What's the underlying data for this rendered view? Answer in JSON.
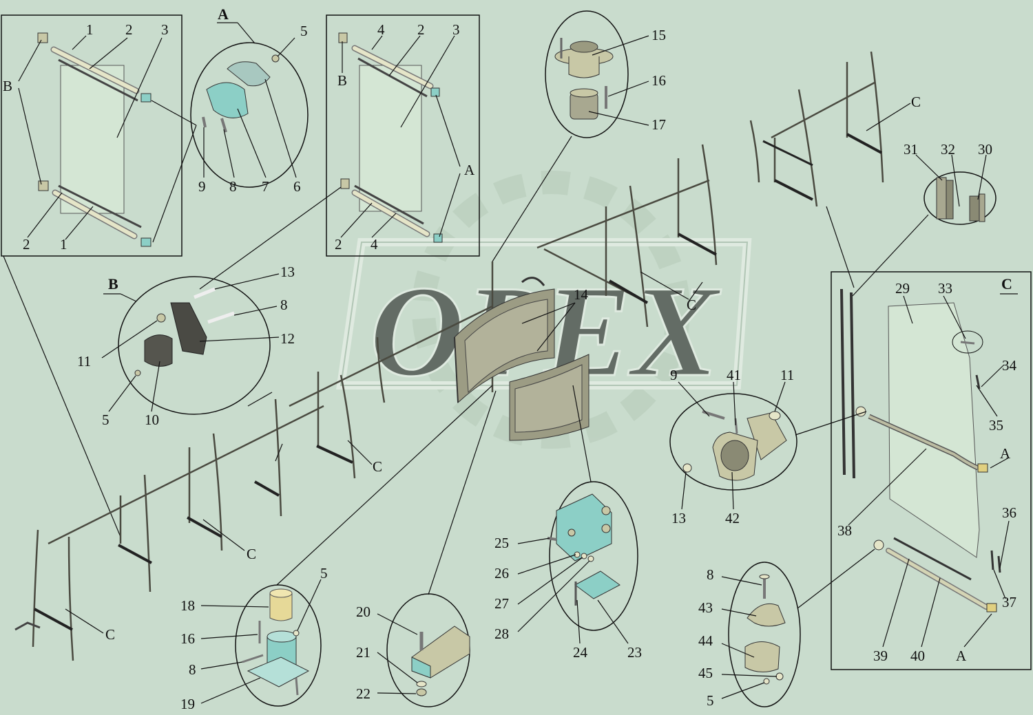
{
  "diagram": {
    "watermark": "OPEX",
    "view_labels": {
      "A_top": "A",
      "A_right1": "A",
      "A_right2": "A",
      "A_right3": "A",
      "B_left": "B",
      "B_mid": "B",
      "B_detail": "B",
      "C_top": "C",
      "C_mid": "C",
      "C_left1": "C",
      "C_left2": "C",
      "C_left3": "C",
      "C_detail": "C"
    },
    "callouts": {
      "n1a": "1",
      "n2a": "2",
      "n3a": "3",
      "n2b": "2",
      "n1b": "1",
      "n4a": "4",
      "n2c": "2",
      "n3b": "3",
      "n2d": "2",
      "n4b": "4",
      "n5a": "5",
      "n6": "6",
      "n7": "7",
      "n8a": "8",
      "n9a": "9",
      "n13a": "13",
      "n8b": "8",
      "n12": "12",
      "n11a": "11",
      "n5b": "5",
      "n10": "10",
      "n15": "15",
      "n16a": "16",
      "n17": "17",
      "n14": "14",
      "n18": "18",
      "n16b": "16",
      "n8c": "8",
      "n19": "19",
      "n5c": "5",
      "n20": "20",
      "n21": "21",
      "n22": "22",
      "n25": "25",
      "n26": "26",
      "n27": "27",
      "n28": "28",
      "n24": "24",
      "n23": "23",
      "n9b": "9",
      "n41": "41",
      "n11b": "11",
      "n13b": "13",
      "n42": "42",
      "n8d": "8",
      "n43": "43",
      "n44": "44",
      "n45": "45",
      "n5d": "5",
      "n31": "31",
      "n32": "32",
      "n30": "30",
      "n29": "29",
      "n33": "33",
      "n34": "34",
      "n35": "35",
      "n38": "38",
      "n36": "36",
      "n37": "37",
      "n39": "39",
      "n40": "40"
    }
  },
  "colors": {
    "background": "#c9dccd",
    "part_cyan": "#8ccfc6",
    "part_olive": "#c8c8a6",
    "glass": "#d4e6d4",
    "line": "#111111"
  }
}
